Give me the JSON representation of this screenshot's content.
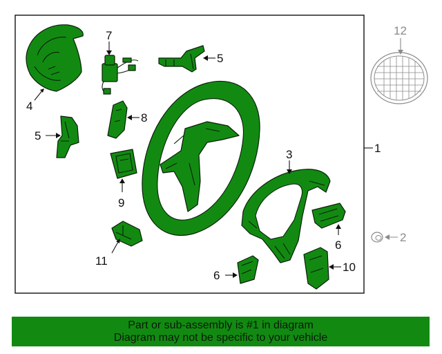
{
  "callouts": {
    "c1": "1",
    "c2": "2",
    "c3": "3",
    "c4": "4",
    "c5a": "5",
    "c5b": "5",
    "c6a": "6",
    "c6b": "6",
    "c7": "7",
    "c8": "8",
    "c9": "9",
    "c10": "10",
    "c11": "11",
    "c12": "12"
  },
  "banner": {
    "line1": "Part or sub-assembly is #1 in diagram",
    "line2": "Diagram may not be specific to your vehicle"
  },
  "colors": {
    "highlight_green": "#128a12",
    "outline": "#0b1f0b",
    "detached_grey": "#8a8a8a"
  }
}
